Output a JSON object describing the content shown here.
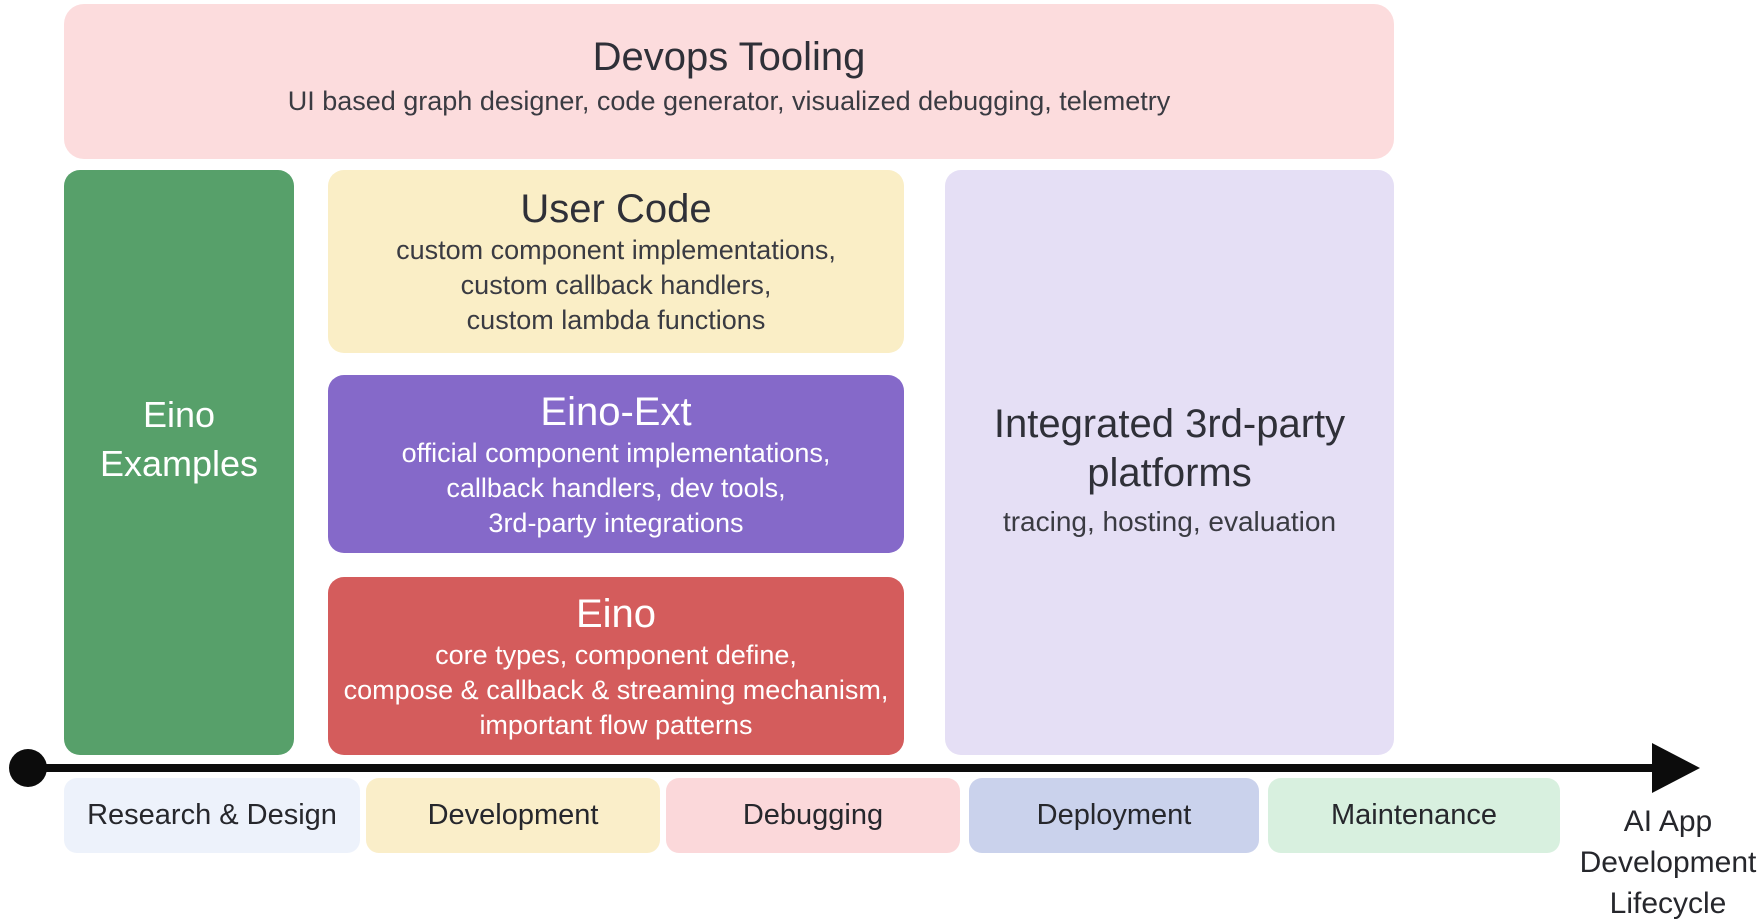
{
  "devops_box": {
    "title": "Devops Tooling",
    "subtitle": "UI based graph designer, code generator, visualized debugging, telemetry",
    "color": "#fcdcdd"
  },
  "examples_box": {
    "lines": [
      "Eino",
      "Examples"
    ],
    "color": "#57a06a"
  },
  "stack_boxes": [
    {
      "title": "User Code",
      "lines": [
        "custom component implementations,",
        "custom callback handlers,",
        "custom lambda functions"
      ],
      "color": "#faeec6"
    },
    {
      "title": "Eino-Ext",
      "lines": [
        "official component implementations,",
        "callback handlers, dev tools,",
        "3rd-party integrations"
      ],
      "color": "#8569c9"
    },
    {
      "title": "Eino",
      "lines": [
        "core types, component define,",
        "compose & callback & streaming mechanism,",
        "important flow patterns"
      ],
      "color": "#d45c5c"
    }
  ],
  "platforms_box": {
    "title_lines": [
      "Integrated 3rd-party",
      "platforms"
    ],
    "subtitle": "tracing, hosting, evaluation",
    "color": "#e5dff5"
  },
  "timeline": {
    "arrow_color": "#0c0c0c",
    "stages": [
      {
        "label": "Research & Design",
        "color": "#edf2fb"
      },
      {
        "label": "Development",
        "color": "#faeec9"
      },
      {
        "label": "Debugging",
        "color": "#fbd8da"
      },
      {
        "label": "Deployment",
        "color": "#cad2ec"
      },
      {
        "label": "Maintenance",
        "color": "#d8f0df"
      }
    ],
    "axis_label_lines": [
      "AI App",
      "Development",
      "Lifecycle"
    ]
  }
}
